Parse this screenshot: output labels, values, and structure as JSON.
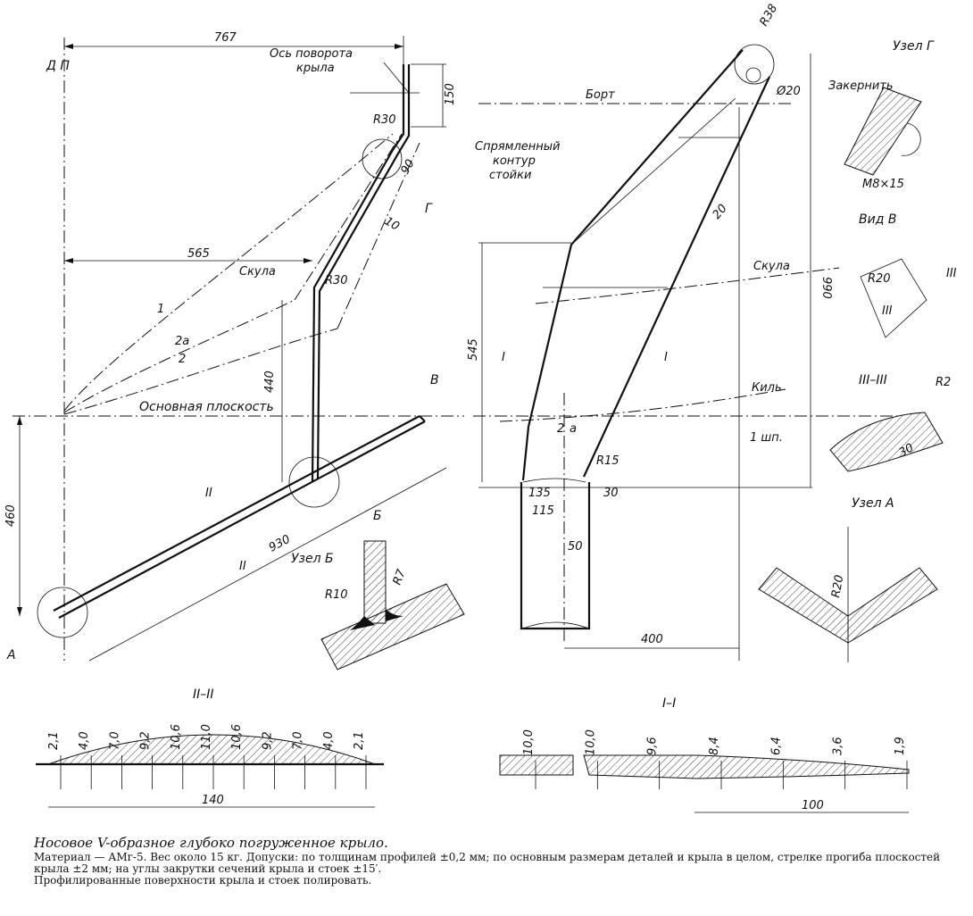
{
  "labels": {
    "dp": "Д П",
    "axis_rotation": "Ось поворота",
    "axis_rotation2": "крыла",
    "bort": "Борт",
    "straightened": "Спрямленный",
    "straightened2": "контур",
    "straightened3": "стойки",
    "skula": "Скула",
    "skula2": "Скула",
    "base_plane": "Основная плоскость",
    "kil": "Киль",
    "frame1": "1 шп.",
    "node_g": "Узел Г",
    "zakernit": "Закернить",
    "m8": "М8×15",
    "vid_v": "Вид В",
    "sec3": "III–III",
    "node_a": "Узел А",
    "node_b": "Узел Б",
    "sec2": "II–II",
    "sec1": "I–I",
    "line1": "1",
    "line2a": "2a",
    "line2": "2",
    "twoa": "2",
    "twoa2": "a",
    "g_letter": "Г",
    "b_letter": "Б",
    "a_letter": "А",
    "v_letter": "В",
    "II_a": "II",
    "II_b": "II",
    "I_a": "I",
    "I_b": "I",
    "III_a": "III",
    "III_b": "III"
  },
  "dims": {
    "d767": "767",
    "d150": "150",
    "dR30a": "R30",
    "d90": "90",
    "d10": "10",
    "d565": "565",
    "dR30b": "R30",
    "d440": "440",
    "d460": "460",
    "d930": "930",
    "dR38": "R38",
    "dphi20": "Ø20",
    "d20": "20",
    "d990": "990",
    "d545": "545",
    "dR15": "R15",
    "d135": "135",
    "d115": "115",
    "d30": "30",
    "d50": "50",
    "d400": "400",
    "dR20": "R20",
    "dR2": "R2",
    "d30b": "30",
    "dR10": "R10",
    "dR7": "R7",
    "dR20b": "R20",
    "d140": "140",
    "d100": "100"
  },
  "sec2_values": [
    "2,1",
    "4,0",
    "7,0",
    "9,2",
    "10,6",
    "11,0",
    "10,6",
    "9,2",
    "7,0",
    "4,0",
    "2,1"
  ],
  "sec1_values": [
    "10,0",
    "10,0",
    "9,6",
    "8,4",
    "6,4",
    "3,6",
    "1,9"
  ],
  "caption": {
    "title": "Носовое V-образное глубоко погруженное крыло.",
    "line1": "Материал — АМг-5. Вес около 15 кг. Допуски: по толщинам профилей ±0,2 мм; по основным размерам деталей и крыла в целом, стрелке прогиба плоскостей крыла ±2 мм; на углы закрутки сечений крыла и стоек ±15′.",
    "line2": "Профилированные поверхности крыла и стоек полировать."
  }
}
